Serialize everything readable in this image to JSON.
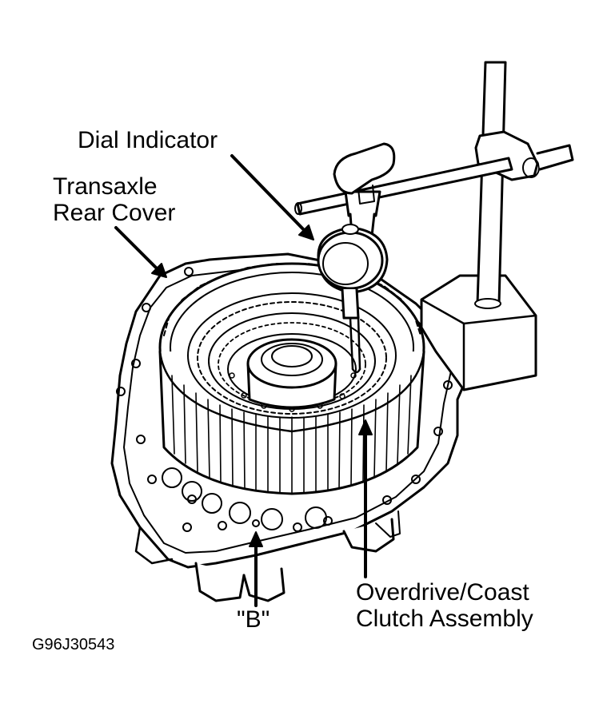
{
  "labels": {
    "dial_indicator": "Dial Indicator",
    "rear_cover_line1": "Transaxle",
    "rear_cover_line2": "Rear Cover",
    "point_b": "\"B\"",
    "clutch_line1": "Overdrive/Coast",
    "clutch_line2": "Clutch Assembly"
  },
  "figure_code": "G96J30543",
  "colors": {
    "ink": "#000000",
    "paper": "#ffffff"
  }
}
